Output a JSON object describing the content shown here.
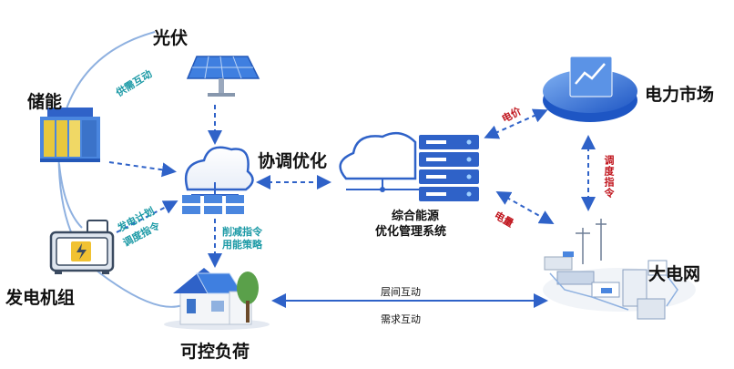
{
  "nodes": {
    "solar": "光伏",
    "storage": "储能",
    "generator": "发电机组",
    "load": "可控负荷",
    "market": "电力市场",
    "grid": "大电网",
    "system_line1": "综合能源",
    "system_line2": "优化管理系统",
    "coordination": "协调优化"
  },
  "edges": {
    "supply_demand": "供需互动",
    "gen_plan": "发电计划",
    "dispatch_cmd_left": "调度指令",
    "cut_cmd": "削减指令",
    "usage_strategy": "用能策略",
    "price": "电价",
    "volume": "电量",
    "dispatch_cmd_right": "调度指令",
    "layer_interaction": "层间互动",
    "demand_interaction": "需求互动"
  },
  "colors": {
    "blue": "#2f62c8",
    "light_blue": "#6da3ea",
    "teal": "#1c9aa6",
    "red": "#c0141c",
    "curve": "#8fb1e0"
  }
}
